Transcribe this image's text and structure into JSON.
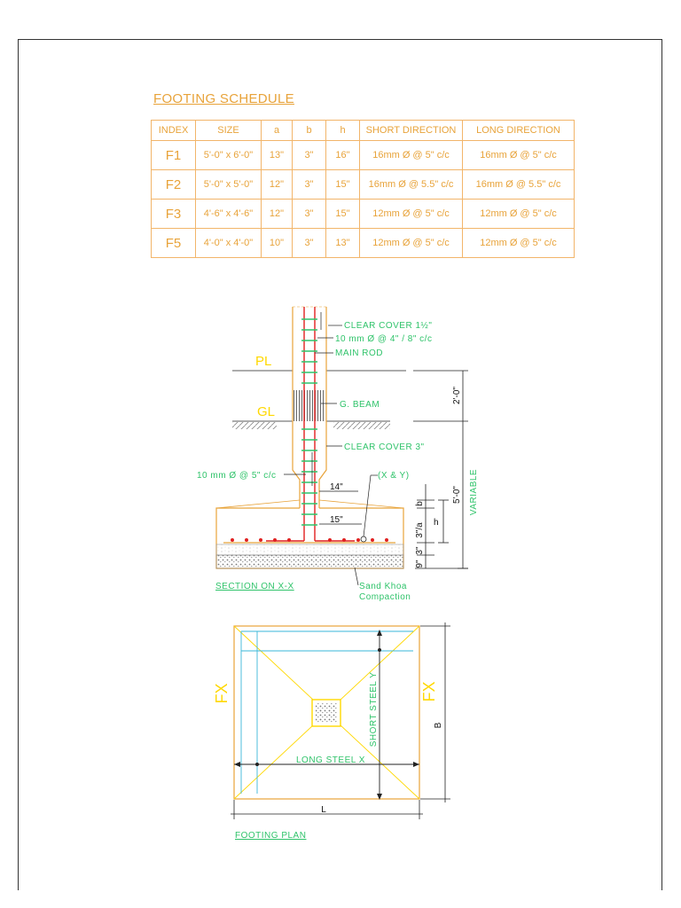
{
  "schedule": {
    "title": "FOOTING SCHEDULE",
    "columns": [
      "INDEX",
      "SIZE",
      "a",
      "b",
      "h",
      "SHORT DIRECTION",
      "LONG DIRECTION"
    ],
    "rows": [
      {
        "index": "F1",
        "size": "5'-0\" x 6'-0\"",
        "a": "13\"",
        "b": "3\"",
        "h": "16\"",
        "short": "16mm Ø @ 5\" c/c",
        "long": "16mm Ø @ 5\" c/c"
      },
      {
        "index": "F2",
        "size": "5'-0\" x 5'-0\"",
        "a": "12\"",
        "b": "3\"",
        "h": "15\"",
        "short": "16mm Ø @ 5.5\" c/c",
        "long": "16mm Ø @ 5.5\" c/c"
      },
      {
        "index": "F3",
        "size": "4'-6\" x 4'-6\"",
        "a": "12\"",
        "b": "3\"",
        "h": "15\"",
        "short": "12mm Ø @ 5\" c/c",
        "long": "12mm Ø @ 5\" c/c"
      },
      {
        "index": "F5",
        "size": "4'-0\" x 4'-0\"",
        "a": "10\"",
        "b": "3\"",
        "h": "13\"",
        "short": "12mm Ø @ 5\" c/c",
        "long": "12mm Ø @ 5\" c/c"
      }
    ]
  },
  "section": {
    "title": "SECTION ON X-X",
    "pl": "PL",
    "gl": "GL",
    "clear_cover_top": "CLEAR COVER 1½\"",
    "ties": "10 mm Ø @ 4\" / 8\" c/c",
    "main_rod": "MAIN ROD",
    "g_beam": "G. BEAM",
    "clear_cover_3": "CLEAR COVER 3\"",
    "bars_10mm": "10 mm Ø @ 5\" c/c",
    "xy": "(X & Y)",
    "dim_14": "14\"",
    "dim_15": "15\"",
    "dim_2ft": "2'-0\"",
    "dim_5ft": "5'-0\"",
    "variable": "VARIABLE",
    "dim_b": "b",
    "dim_h": "h",
    "dim_a": "3\"/a",
    "dim_3": "3\"",
    "dim_9": "9\"",
    "sand_line1": "Sand Khoa",
    "sand_line2": "Compaction"
  },
  "plan": {
    "title": "FOOTING PLAN",
    "fx_left": "FX",
    "fx_right": "FX",
    "short_steel": "SHORT STEEL Y",
    "long_steel": "LONG STEEL  X",
    "dim_b": "B",
    "dim_l": "L"
  }
}
